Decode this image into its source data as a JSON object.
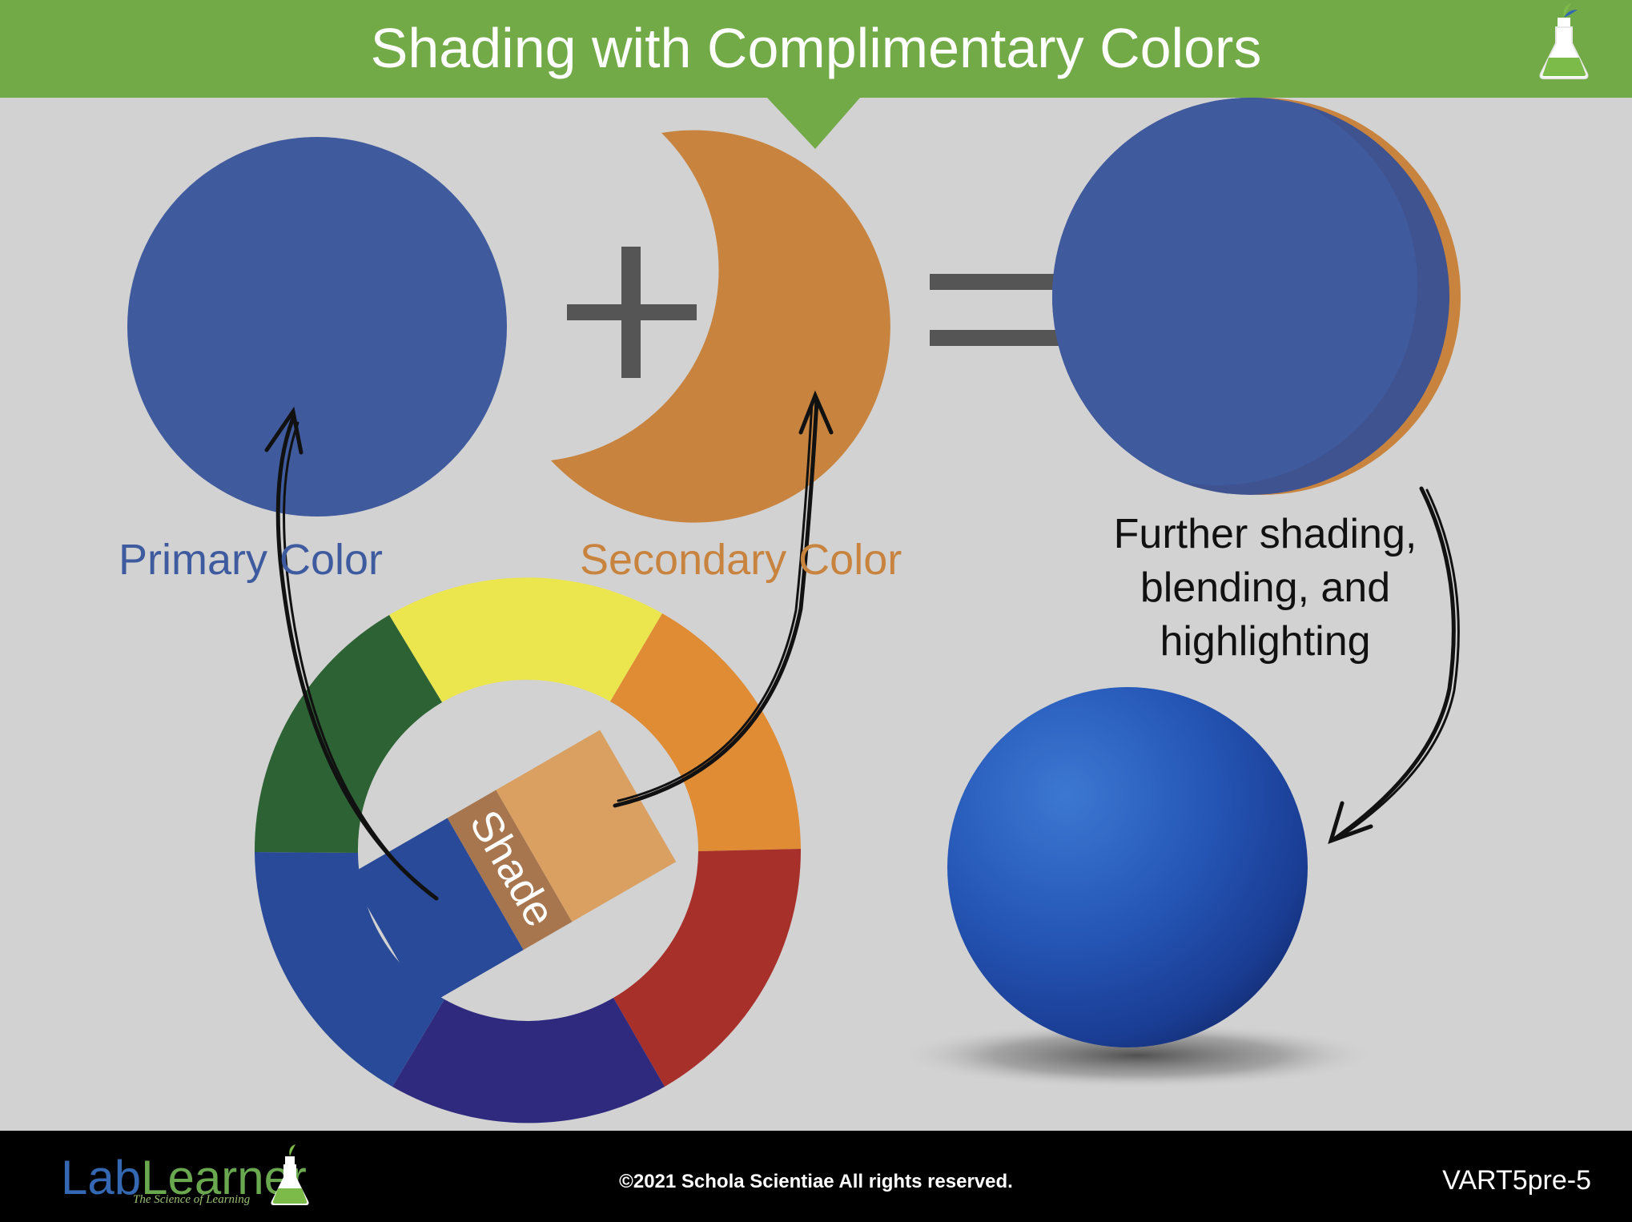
{
  "header": {
    "title": "Shading with Complimentary Colors"
  },
  "labels": {
    "primary": "Primary Color",
    "secondary": "Secondary Color",
    "further": [
      "Further shading,",
      "blending, and",
      "highlighting"
    ],
    "shade": "Shade"
  },
  "operators": {
    "plus": "+",
    "equals": "="
  },
  "footer": {
    "brand_first": "Lab",
    "brand_second": "Learner",
    "tagline": "The Science of Learning",
    "copyright": "©2021 Schola Scientiae   All rights reserved.",
    "code": "VART5pre-5"
  },
  "colors": {
    "header_green": "#72aa48",
    "background": "#d2d2d2",
    "primary_blue": "#405a9e",
    "secondary_orange": "#c8843e",
    "wheel_yellow": "#ece64e",
    "wheel_orange": "#e08c35",
    "wheel_red": "#a8302a",
    "wheel_violet": "#2f2a7e",
    "wheel_blue": "#294a98",
    "wheel_green": "#2c6234",
    "shade_brown": "#a8764e",
    "light_orange": "#d9a062",
    "sphere_blue": "#1f4fae"
  },
  "icons": [
    "flask-icon",
    "plus-icon",
    "equals-icon",
    "arrow-icon"
  ]
}
